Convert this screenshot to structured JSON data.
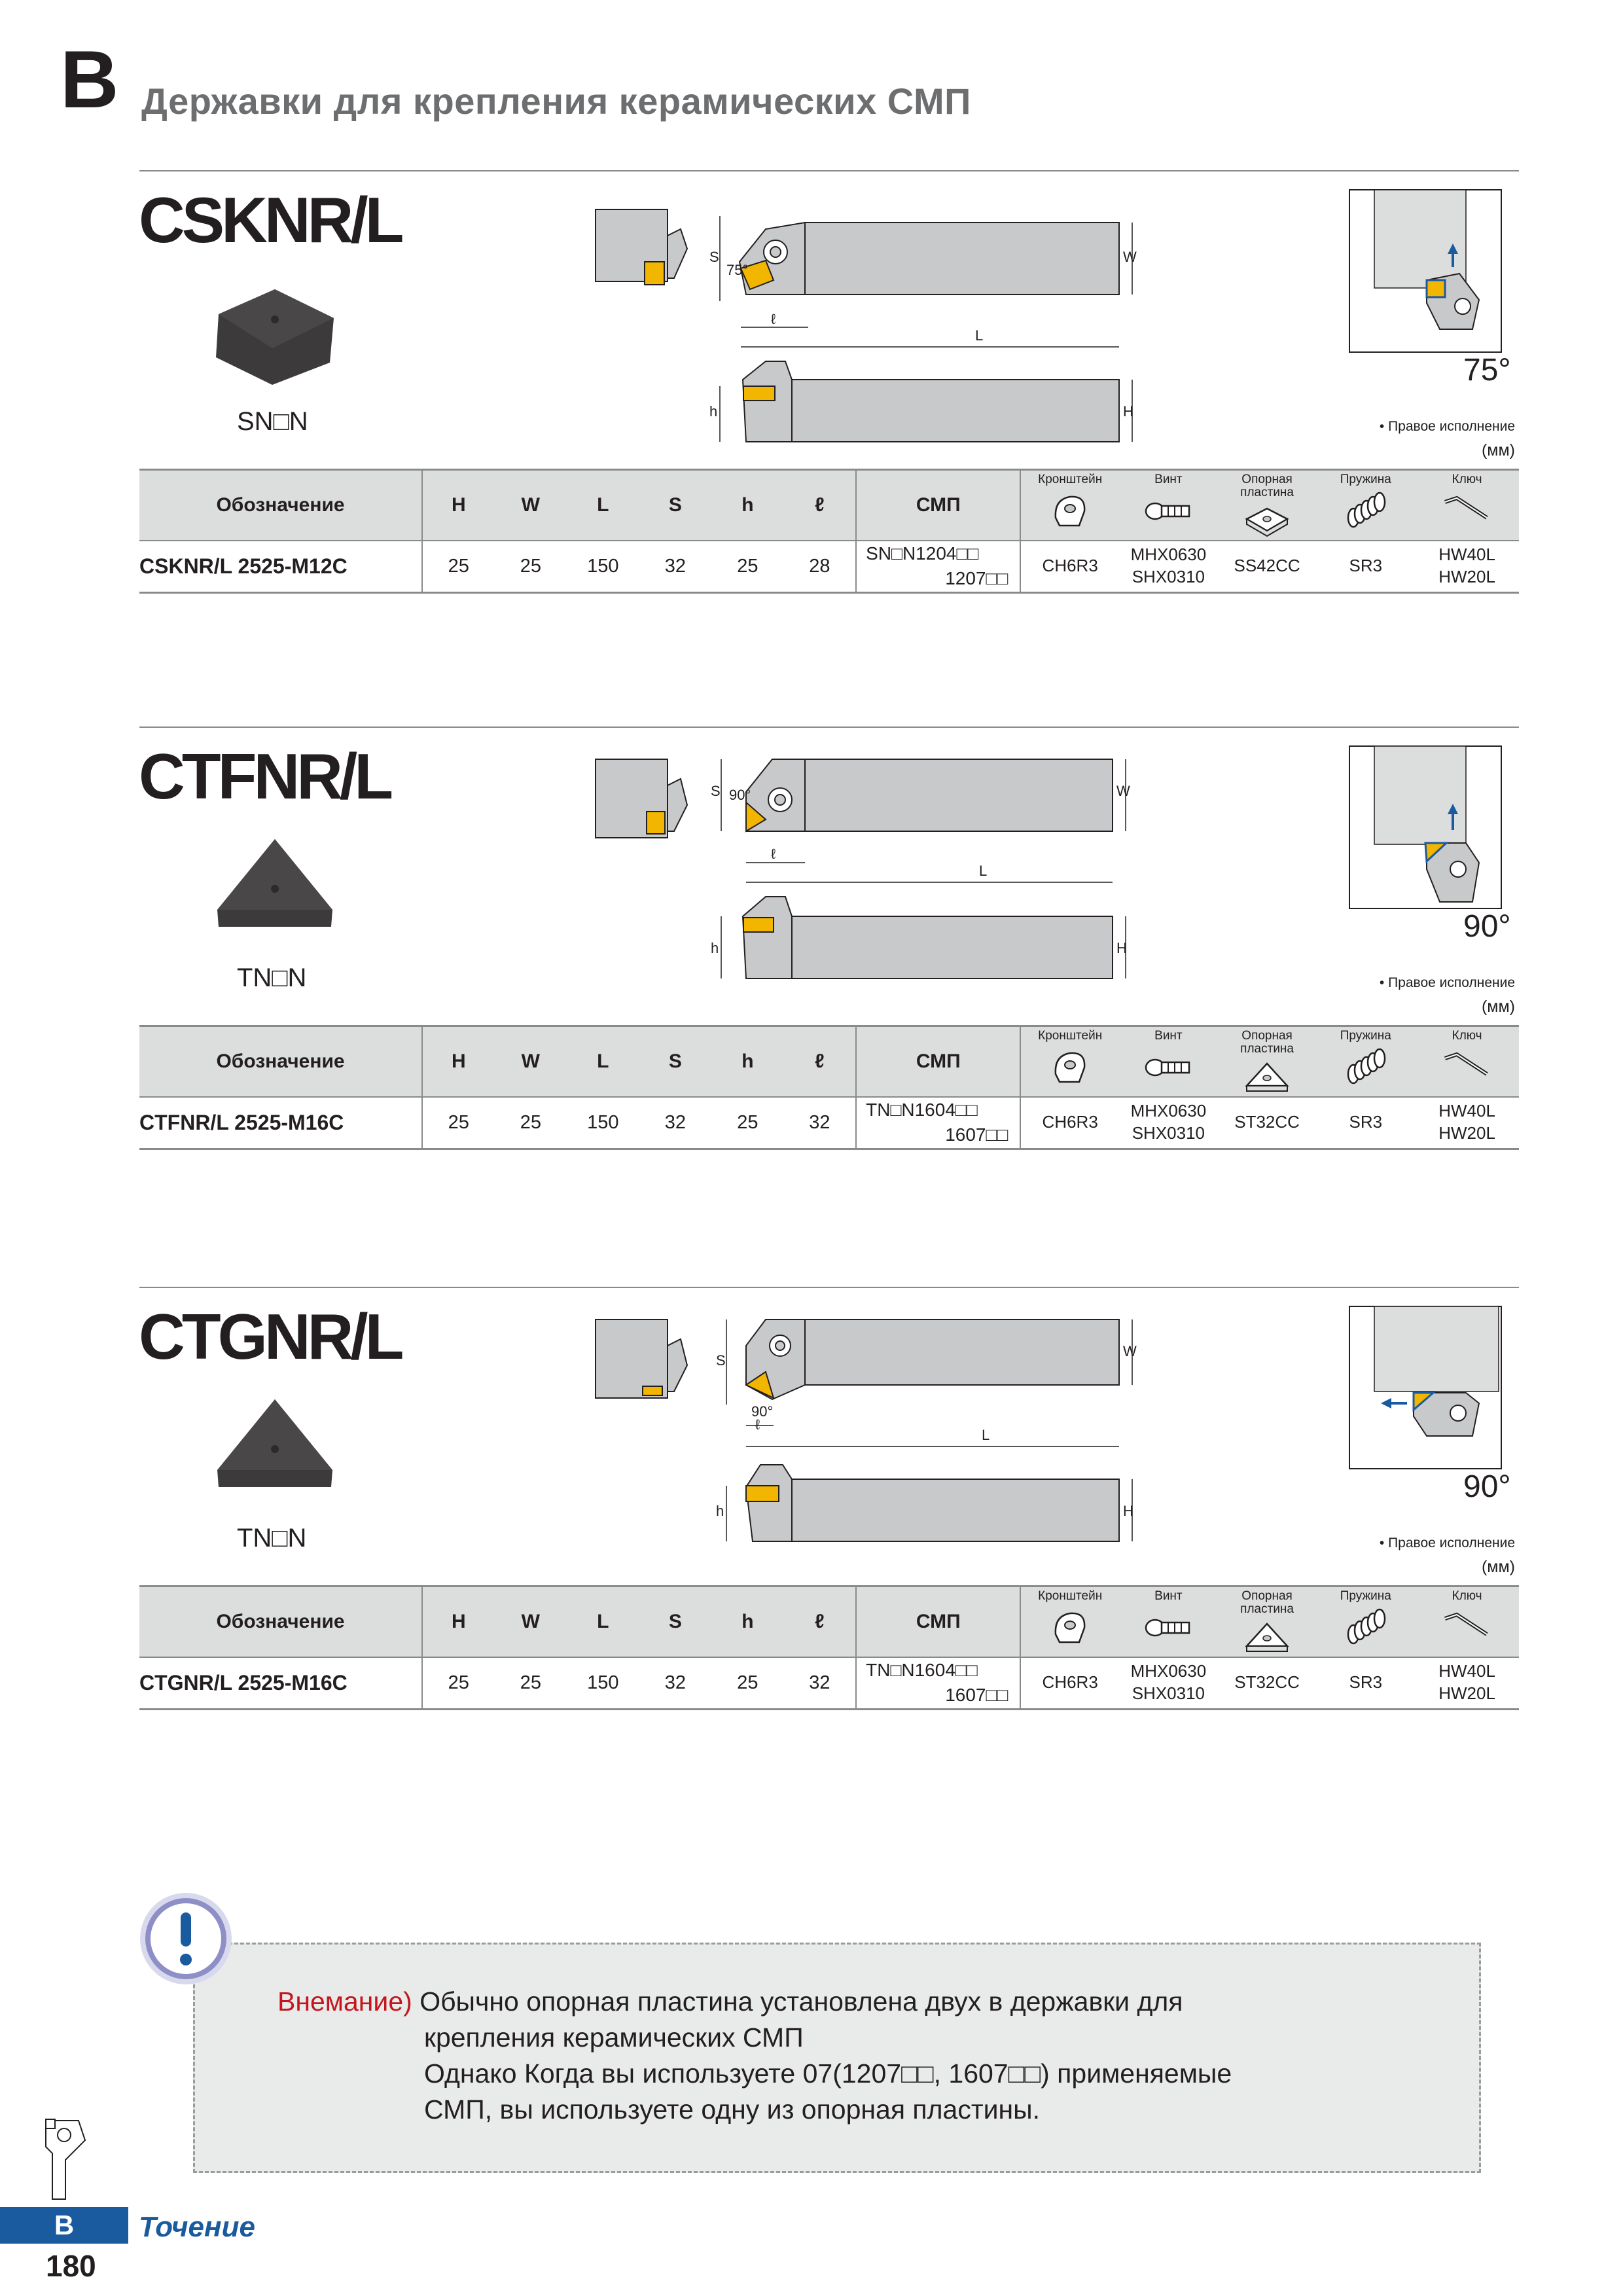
{
  "header": {
    "section_letter": "B",
    "title": "Державки для крепления керамических СМП"
  },
  "columns": {
    "designation": "Обозначение",
    "H": "H",
    "W": "W",
    "L": "L",
    "S": "S",
    "h": "h",
    "l": "ℓ",
    "insert": "СМП",
    "clamp": "Кронштейн",
    "screw": "Винт",
    "seat": "Опорная пластина",
    "spring": "Пружина",
    "key": "Ключ"
  },
  "note_right": "• Правое исполнение",
  "unit": "(мм)",
  "products": [
    {
      "title": "CSKNR/L",
      "insert_label": "SN□N",
      "approach_angle": "75°",
      "diagram_angle": "75°",
      "dims": {
        "S": "S",
        "W": "W",
        "L": "L",
        "l": "ℓ",
        "h": "h",
        "H": "H"
      },
      "row": {
        "designation": "CSKNR/L   2525-M12C",
        "H": "25",
        "W": "25",
        "L": "150",
        "S": "32",
        "h": "25",
        "l": "28",
        "insert_1": "SN□N1204□□",
        "insert_2": "1207□□",
        "clamp": "CH6R3",
        "screw_1": "MHX0630",
        "screw_2": "SHX0310",
        "seat": "SS42CC",
        "spring": "SR3",
        "key_1": "HW40L",
        "key_2": "HW20L"
      }
    },
    {
      "title": "CTFNR/L",
      "insert_label": "TN□N",
      "approach_angle": "90°",
      "diagram_angle": "90°",
      "dims": {
        "S": "S",
        "W": "W",
        "L": "L",
        "l": "ℓ",
        "h": "h",
        "H": "H"
      },
      "row": {
        "designation": "CTFNR/L   2525-M16C",
        "H": "25",
        "W": "25",
        "L": "150",
        "S": "32",
        "h": "25",
        "l": "32",
        "insert_1": "TN□N1604□□",
        "insert_2": "1607□□",
        "clamp": "CH6R3",
        "screw_1": "MHX0630",
        "screw_2": "SHX0310",
        "seat": "ST32CC",
        "spring": "SR3",
        "key_1": "HW40L",
        "key_2": "HW20L"
      }
    },
    {
      "title": "CTGNR/L",
      "insert_label": "TN□N",
      "approach_angle": "90°",
      "diagram_angle": "90°",
      "dims": {
        "S": "S",
        "W": "W",
        "L": "L",
        "l": "ℓ",
        "h": "h",
        "H": "H"
      },
      "row": {
        "designation": "CTGNR/L   2525-M16C",
        "H": "25",
        "W": "25",
        "L": "150",
        "S": "32",
        "h": "25",
        "l": "32",
        "insert_1": "TN□N1604□□",
        "insert_2": "1607□□",
        "clamp": "CH6R3",
        "screw_1": "MHX0630",
        "screw_2": "SHX0310",
        "seat": "ST32CC",
        "spring": "SR3",
        "key_1": "HW40L",
        "key_2": "HW20L"
      }
    }
  ],
  "note": {
    "prefix": "Внемание)",
    "line1": "Обычно опорная пластина установлена двух в державки для",
    "line2": "крепления керамических СМП",
    "line3": "Однако Когда вы используете 07(1207□□, 1607□□) применяемые",
    "line4": "СМП, вы используете одну из опорная пластины."
  },
  "footer": {
    "tab": "B",
    "section": "Точение",
    "page": "180"
  },
  "colors": {
    "accent_blue": "#1a5a9e",
    "note_red": "#c4161c",
    "table_header": "#dcdddd",
    "insert_gold": "#f2b600"
  },
  "icons": {
    "note_icon": "exclamation-icon",
    "clamp": "clamp-icon",
    "screw": "screw-icon",
    "seat": "seat-icon",
    "spring": "spring-icon",
    "key": "hex-key-icon"
  }
}
